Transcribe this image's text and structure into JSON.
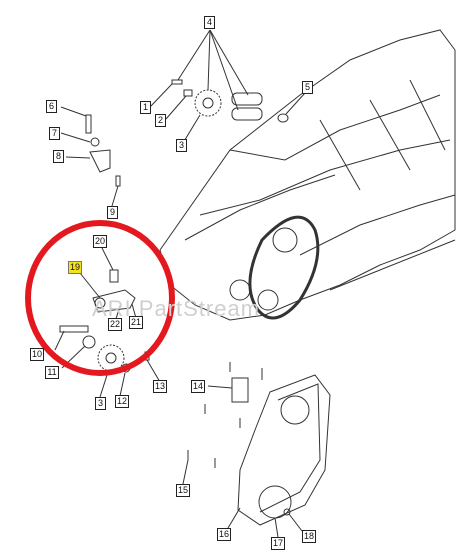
{
  "watermark": "ARI PartStream",
  "highlight_color": "#e3191f",
  "callouts": [
    {
      "id": "c4",
      "text": "4"
    },
    {
      "id": "c1",
      "text": "1"
    },
    {
      "id": "c2",
      "text": "2"
    },
    {
      "id": "c3a",
      "text": "3"
    },
    {
      "id": "c5",
      "text": "5"
    },
    {
      "id": "c6",
      "text": "6"
    },
    {
      "id": "c7",
      "text": "7"
    },
    {
      "id": "c8",
      "text": "8"
    },
    {
      "id": "c9",
      "text": "9"
    },
    {
      "id": "c20",
      "text": "20"
    },
    {
      "id": "c19",
      "text": "19"
    },
    {
      "id": "c22",
      "text": "22"
    },
    {
      "id": "c21",
      "text": "21"
    },
    {
      "id": "c10",
      "text": "10"
    },
    {
      "id": "c11",
      "text": "11"
    },
    {
      "id": "c3b",
      "text": "3"
    },
    {
      "id": "c12",
      "text": "12"
    },
    {
      "id": "c13",
      "text": "13"
    },
    {
      "id": "c14",
      "text": "14"
    },
    {
      "id": "c15",
      "text": "15"
    },
    {
      "id": "c16",
      "text": "16"
    },
    {
      "id": "c17",
      "text": "17"
    },
    {
      "id": "c18",
      "text": "18"
    }
  ]
}
